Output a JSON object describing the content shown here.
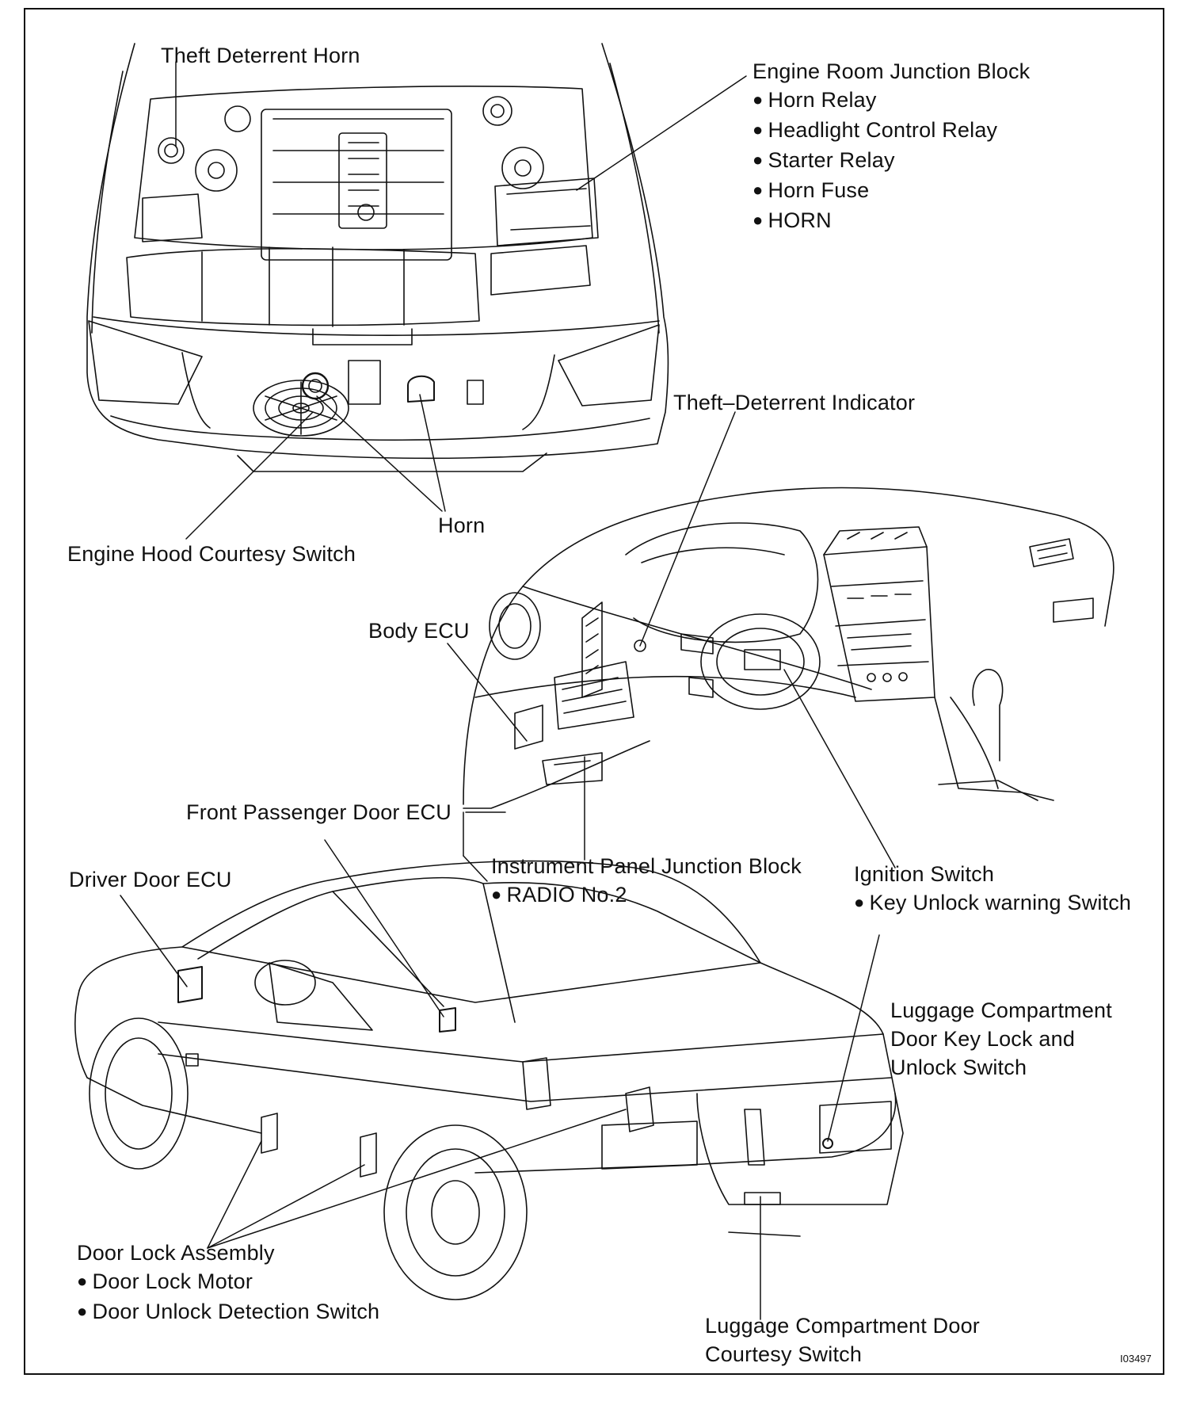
{
  "labels": {
    "theft_horn": "Theft Deterrent Horn",
    "engine_room_jb": {
      "title": "Engine Room Junction Block",
      "items": [
        "Horn Relay",
        "Headlight Control Relay",
        "Starter Relay",
        "Horn Fuse",
        "HORN"
      ]
    },
    "theft_indicator": "Theft–Deterrent Indicator",
    "horn": "Horn",
    "hood_switch": "Engine Hood Courtesy Switch",
    "body_ecu": "Body ECU",
    "front_pass_ecu": "Front Passenger Door ECU",
    "ip_jb": {
      "title": "Instrument Panel Junction Block",
      "items": [
        "RADIO No.2"
      ]
    },
    "ignition": {
      "title": "Ignition Switch",
      "items": [
        "Key Unlock warning Switch"
      ]
    },
    "driver_ecu": "Driver Door ECU",
    "luggage_lock": {
      "lines": [
        "Luggage Compartment",
        "Door Key Lock and",
        "Unlock Switch"
      ]
    },
    "door_lock": {
      "title": "Door Lock Assembly",
      "items": [
        "Door Lock Motor",
        "Door Unlock Detection Switch"
      ]
    },
    "luggage_courtesy": {
      "lines": [
        "Luggage Compartment Door",
        "Courtesy Switch"
      ]
    }
  },
  "figure_code": "I03497"
}
